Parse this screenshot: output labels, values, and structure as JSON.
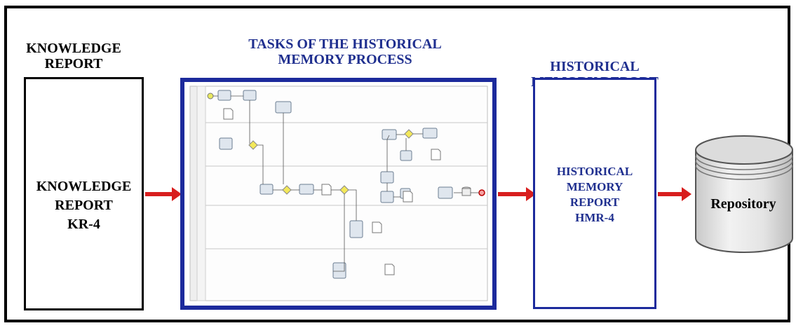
{
  "knowledge_report": {
    "title_line1": "KNOWLEDGE",
    "title_line2": "REPORT",
    "box_line1": "KNOWLEDGE",
    "box_line2": "REPORT",
    "box_line3": "KR-4"
  },
  "tasks": {
    "title_line1": "TASKS OF THE HISTORICAL",
    "title_line2": "MEMORY PROCESS"
  },
  "historical_memory_report": {
    "title_line1": "HISTORICAL",
    "title_line2": "MEMORY REPORT",
    "box_line1": "HISTORICAL",
    "box_line2": "MEMORY",
    "box_line3": "REPORT",
    "box_line4": "HMR-4"
  },
  "repository": {
    "label": "Repository"
  },
  "colors": {
    "arrow": "#d81e1e",
    "blue_text": "#1f2f8f",
    "process_border": "#1c2a9c"
  }
}
